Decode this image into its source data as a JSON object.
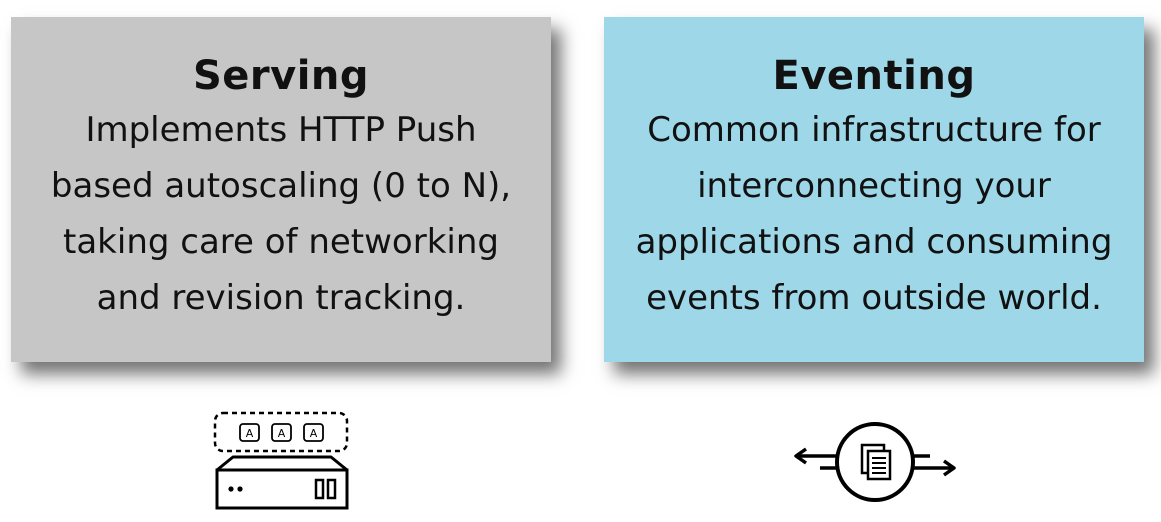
{
  "colors": {
    "serving_bg": "#c6c6c6",
    "eventing_bg": "#9dd7e8",
    "icon_stroke": "#000000"
  },
  "serving": {
    "title": "Serving",
    "lines": [
      "Implements HTTP Push",
      "based autoscaling (0 to N),",
      "taking care of networking",
      "and revision tracking."
    ],
    "icon": "server-with-apps-icon",
    "icon_labels": [
      "A",
      "A",
      "A"
    ]
  },
  "eventing": {
    "title": "Eventing",
    "lines": [
      "Common infrastructure for",
      "interconnecting your",
      "applications and consuming",
      "events from outside world."
    ],
    "icon": "event-flow-documents-icon"
  }
}
